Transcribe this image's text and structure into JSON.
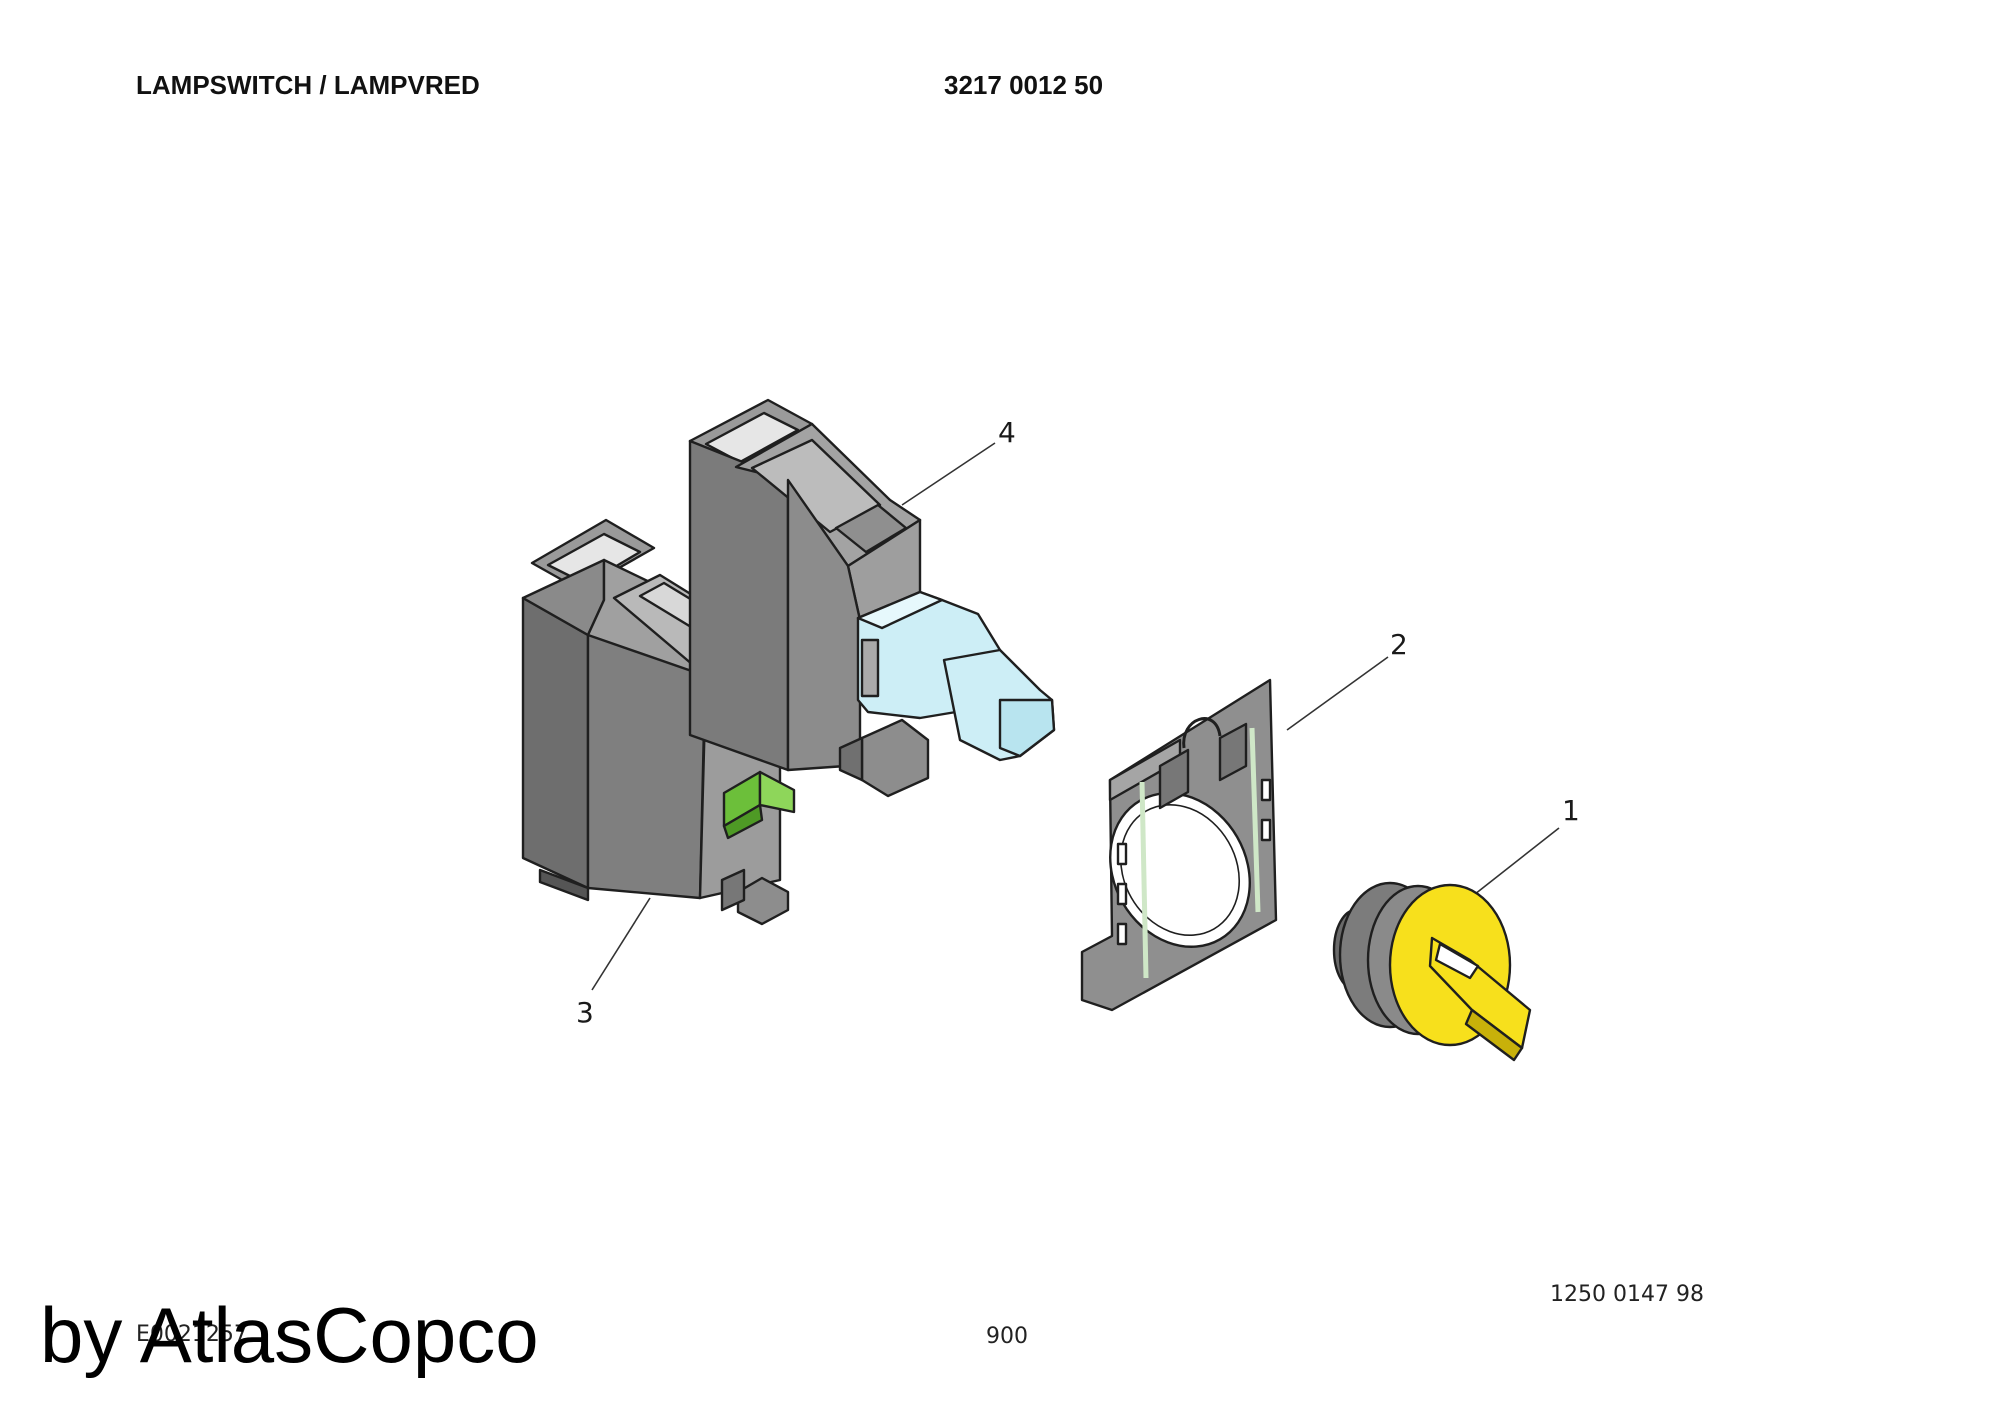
{
  "header": {
    "title": "LAMPSWITCH / LAMPVRED",
    "part_number": "3217 0012 50"
  },
  "callouts": {
    "c1": "1",
    "c2": "2",
    "c3": "3",
    "c4": "4"
  },
  "footer": {
    "drawing_code": "E0021257",
    "page_number": "900",
    "reference_number": "1250 0147 98",
    "watermark": "by AtlasCopco"
  },
  "colors": {
    "housing_gray": "#7a7a7a",
    "housing_light": "#a8a8a8",
    "lamp_blue": "#cdeef6",
    "clip_orange": "#f6a623",
    "latch_green": "#6cbf3a",
    "knob_yellow": "#f7e01c"
  }
}
